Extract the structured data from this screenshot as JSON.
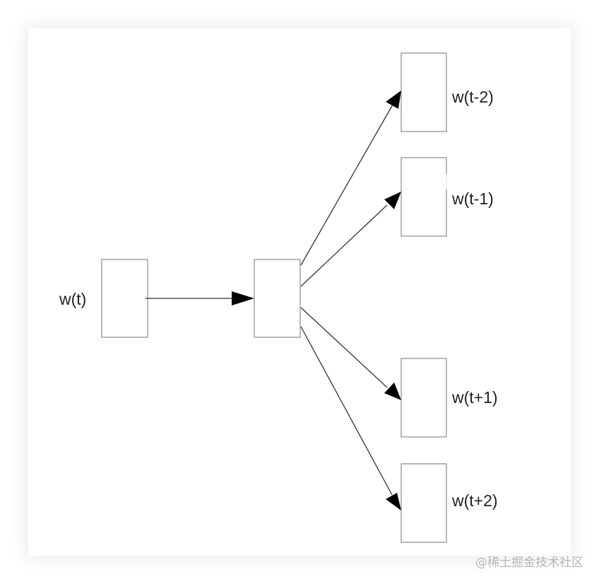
{
  "labels": {
    "input": "w(t)",
    "out_t_minus_2": "w(t-2)",
    "out_t_minus_1": "w(t-1)",
    "out_t_plus_1": "w(t+1)",
    "out_t_plus_2": "w(t+2)"
  },
  "watermark": "@稀土掘金技术社区",
  "colors": {
    "box_stroke": "#8a8a8a",
    "arrow": "#000000",
    "text": "#222222",
    "watermark": "#b5b5b5"
  }
}
